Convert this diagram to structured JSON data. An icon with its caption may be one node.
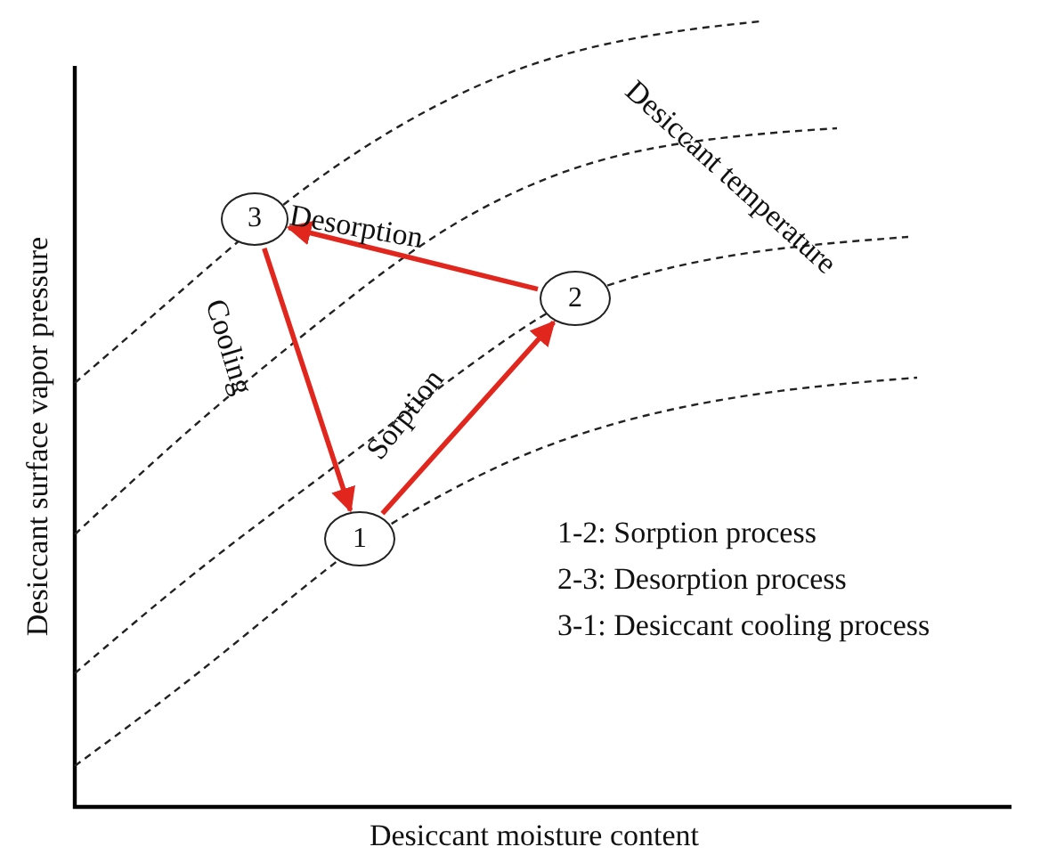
{
  "diagram": {
    "nodes": [
      {
        "text": [
          "3"
        ]
      },
      {
        "text": [
          "2"
        ]
      },
      {
        "text": [
          "1"
        ]
      }
    ],
    "edges": [
      {
        "from": 2,
        "to": 1,
        "arrow": "to",
        "label": "Sorption"
      },
      {
        "from": 1,
        "to": 0,
        "arrow": "to",
        "label": "Desorption"
      },
      {
        "from": 0,
        "to": 2,
        "arrow": "to",
        "label": "Cooling"
      }
    ],
    "labels": [
      "Desiccant temperature",
      "Desiccant surface vapor pressure",
      "1-2: Sorption process",
      "2-3: Desorption process",
      "3-1: Desiccant cooling process",
      "Desiccant moisture content"
    ]
  }
}
